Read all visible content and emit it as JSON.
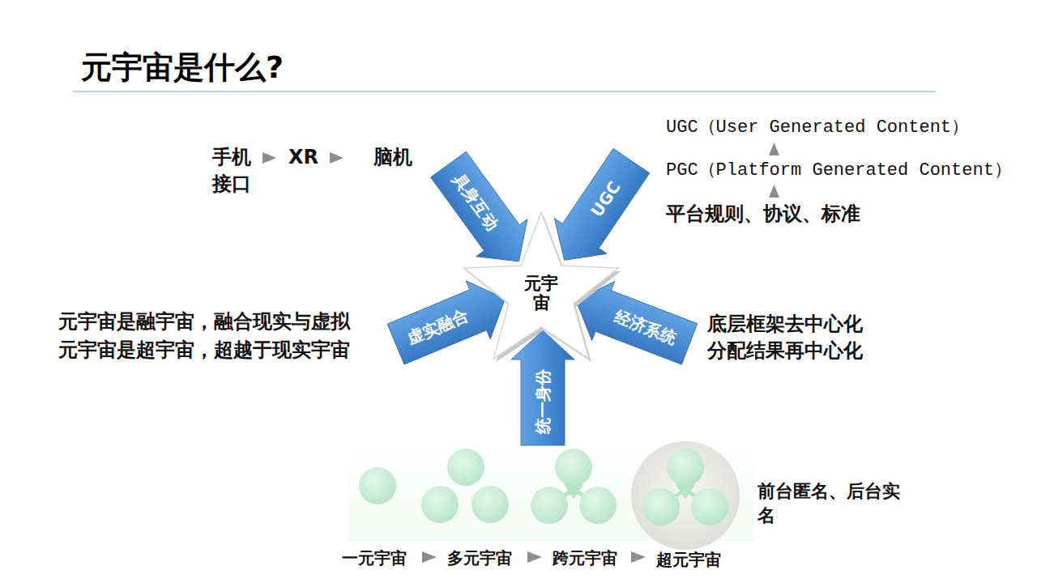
{
  "diagram": {
    "title": "元宇宙是什么?",
    "nodes": [
      {
        "text": [
          "元宇宙"
        ]
      },
      {
        "text": [
          "具身互动"
        ]
      },
      {
        "text": [
          "UGC"
        ]
      },
      {
        "text": [
          "虚实融合"
        ]
      },
      {
        "text": [
          "经济系统"
        ]
      },
      {
        "text": [
          "统一身份"
        ]
      }
    ],
    "labels": [
      "手机",
      "XR",
      "脑机接口",
      "UGC（User Generated Content）",
      "PGC（Platform Generated Content）",
      "平台规则、协议、标准",
      "元宇宙是融宇宙，融合现实与虚拟",
      "元宇宙是超宇宙，超越于现实宇宙",
      "底层框架去中心化",
      "分配结果再中心化",
      "前台匿名、后台实名",
      "一元宇宙",
      "多元宇宙",
      "跨元宇宙",
      "超元宇宙"
    ]
  }
}
